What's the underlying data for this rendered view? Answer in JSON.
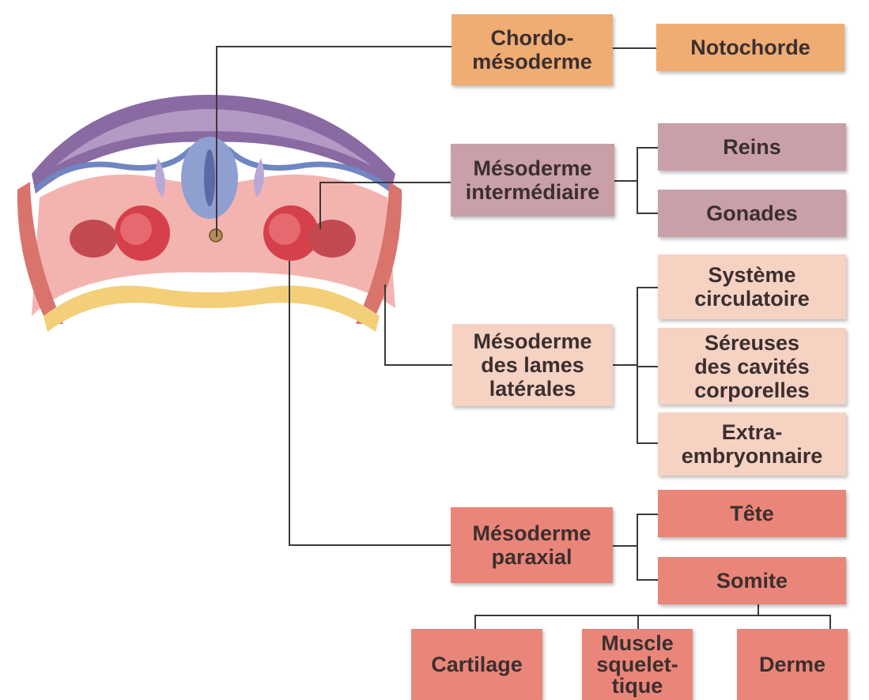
{
  "colors": {
    "chordo": "#efad74",
    "intermediaire": "#c9a0a8",
    "laterales": "#f6d2c3",
    "paraxial": "#ea8679",
    "connector": "#3a3a3a"
  },
  "diagram": {
    "chordo_mesoderme": "Chordo-\nmésoderme",
    "notochorde": "Notochorde",
    "mesoderme_intermediaire": "Mésoderme\nintermédiaire",
    "reins": "Reins",
    "gonades": "Gonades",
    "mesoderme_lames_laterales": "Mésoderme\ndes lames\nlatérales",
    "systeme_circulatoire": "Système\ncirculatoire",
    "sereuses": "Séreuses\ndes cavités\ncorporelles",
    "extra_embryonnaire": "Extra-\nembryonnaire",
    "mesoderme_paraxial": "Mésoderme\nparaxial",
    "tete": "Tête",
    "somite": "Somite",
    "cartilage": "Cartilage",
    "muscle_squelettique": "Muscle\nsquelet-\ntique",
    "derme": "Derme"
  }
}
